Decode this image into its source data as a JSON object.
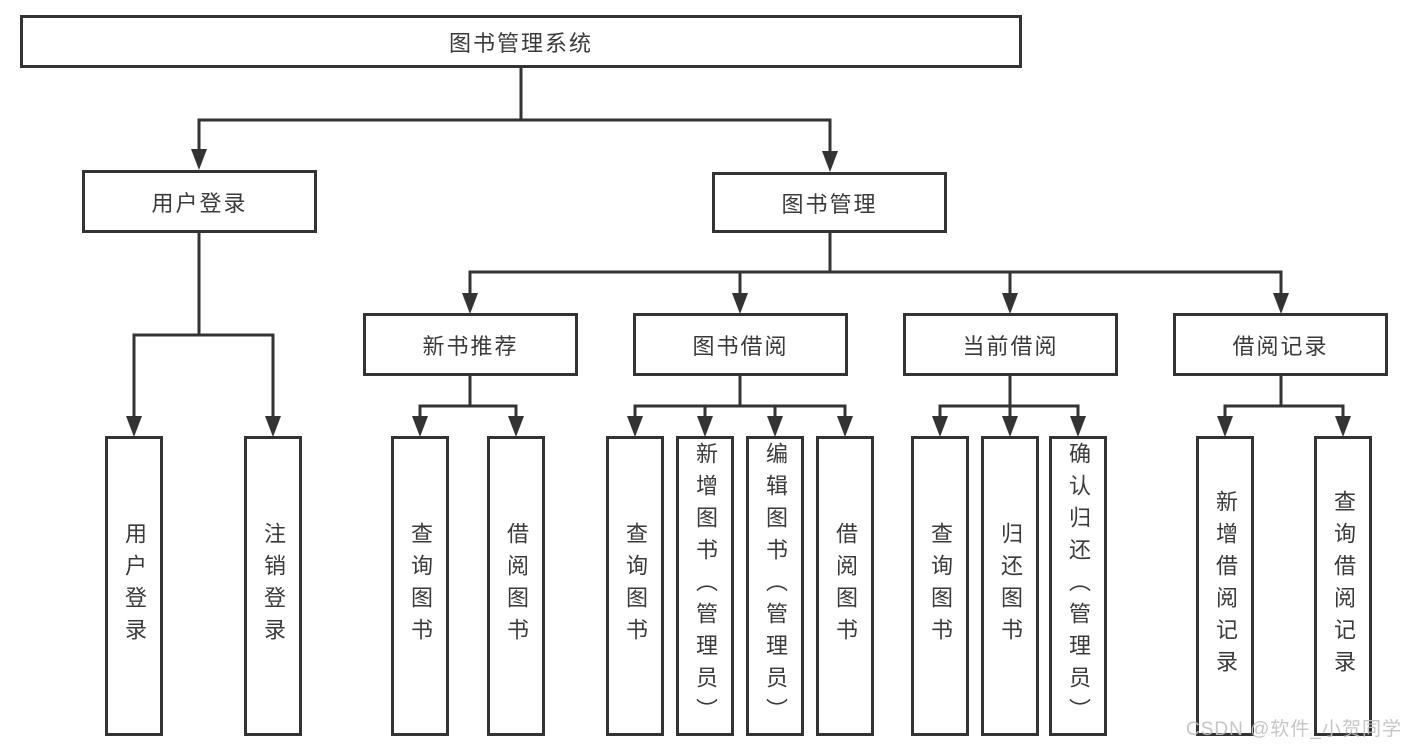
{
  "colors": {
    "line": "#333333",
    "text": "#3a3a3a",
    "box_fill": "#ffffff",
    "background": "#ffffff",
    "watermark": "#c2c2c2"
  },
  "watermark": "CSDN @软件_小贺同学",
  "nodes": {
    "root": "图书管理系统",
    "user_login": "用户登录",
    "book_management": "图书管理",
    "new_book_recommend": "新书推荐",
    "book_borrowing": "图书借阅",
    "current_borrowing": "当前借阅",
    "borrowing_records": "借阅记录",
    "leaf_user_login": "用户登录",
    "leaf_logout": "注销登录",
    "leaf_nbr_query_books": "查询图书",
    "leaf_nbr_borrow_books": "借阅图书",
    "leaf_bb_query_books": "查询图书",
    "leaf_bb_add_books": "新增图书（管理员）",
    "leaf_bb_edit_books": "编辑图书（管理员）",
    "leaf_bb_borrow_books": "借阅图书",
    "leaf_cb_query_books": "查询图书",
    "leaf_cb_return_books": "归还图书",
    "leaf_cb_confirm_return": "确认归还（管理员）",
    "leaf_br_add_record": "新增借阅记录",
    "leaf_br_query_record": "查询借阅记录"
  }
}
